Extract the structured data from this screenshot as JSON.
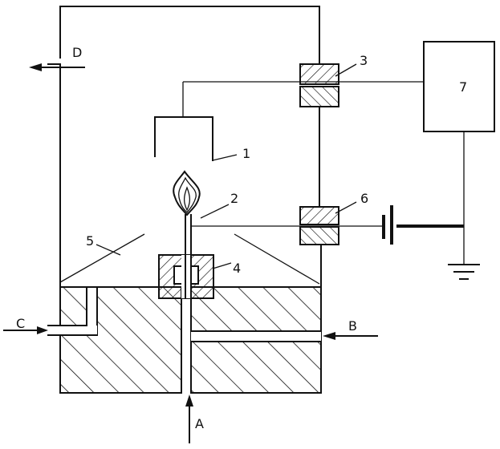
{
  "labels": {
    "part1": "1",
    "part2": "2",
    "part3": "3",
    "part4": "4",
    "part5": "5",
    "part6": "6",
    "part7": "7",
    "inletA": "A",
    "inletB": "B",
    "inletC": "C",
    "outletD": "D"
  },
  "colors": {
    "stroke": "#111111",
    "background": "#ffffff"
  }
}
